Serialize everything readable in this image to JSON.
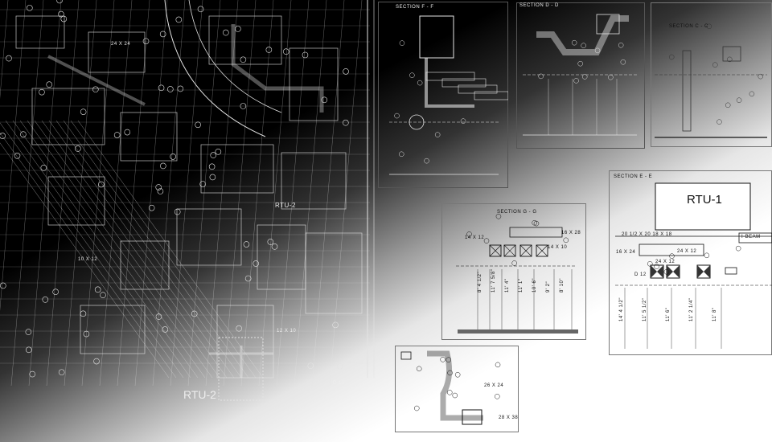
{
  "drawing": {
    "rtu1_label": "RTU-1",
    "rtu2_label": "RTU-2",
    "ibeam_label": "I-BEAM",
    "rtu2_plan_tag": "RTU-2",
    "sections": {
      "ff": "SECTION  F - F",
      "dd": "SECTION  D - D",
      "cc": "SECTION  C - C",
      "ee": "SECTION  E - E",
      "gg": "SECTION  G - G"
    },
    "duct_sizes": {
      "ee_top": "20  1/2  X  20  18  X  18",
      "ee_left": "16 X 24",
      "ee_mid1": "24 X 12",
      "ee_mid2": "24 X 12",
      "ee_side": "D 12",
      "gg_top": "16 X 28",
      "gg_left": "14 X 12",
      "gg_mid": "14 X 10",
      "b_right": "26 X 24",
      "b_bottom": "28 X 38",
      "plan_a": "24 X 24",
      "plan_b": "12 X 10",
      "plan_c": "D 12",
      "plan_d": "10 X 12"
    },
    "dims_ee": [
      "14'  4  1/2\"",
      "11'  5  1/2\"",
      "11'  6\"",
      "11'  2  1/4\"",
      "11'  8\""
    ],
    "dims_gg": [
      "8'  4 1/2\"",
      "11'  7 5/8\"",
      "11'  4\"",
      "11'  1\"",
      "10'  6\"",
      "9'  2\"",
      "8'  10\""
    ]
  },
  "colors": {
    "light_line": "#e4e4e4",
    "dark_line": "#111111",
    "frame": "#555555"
  }
}
